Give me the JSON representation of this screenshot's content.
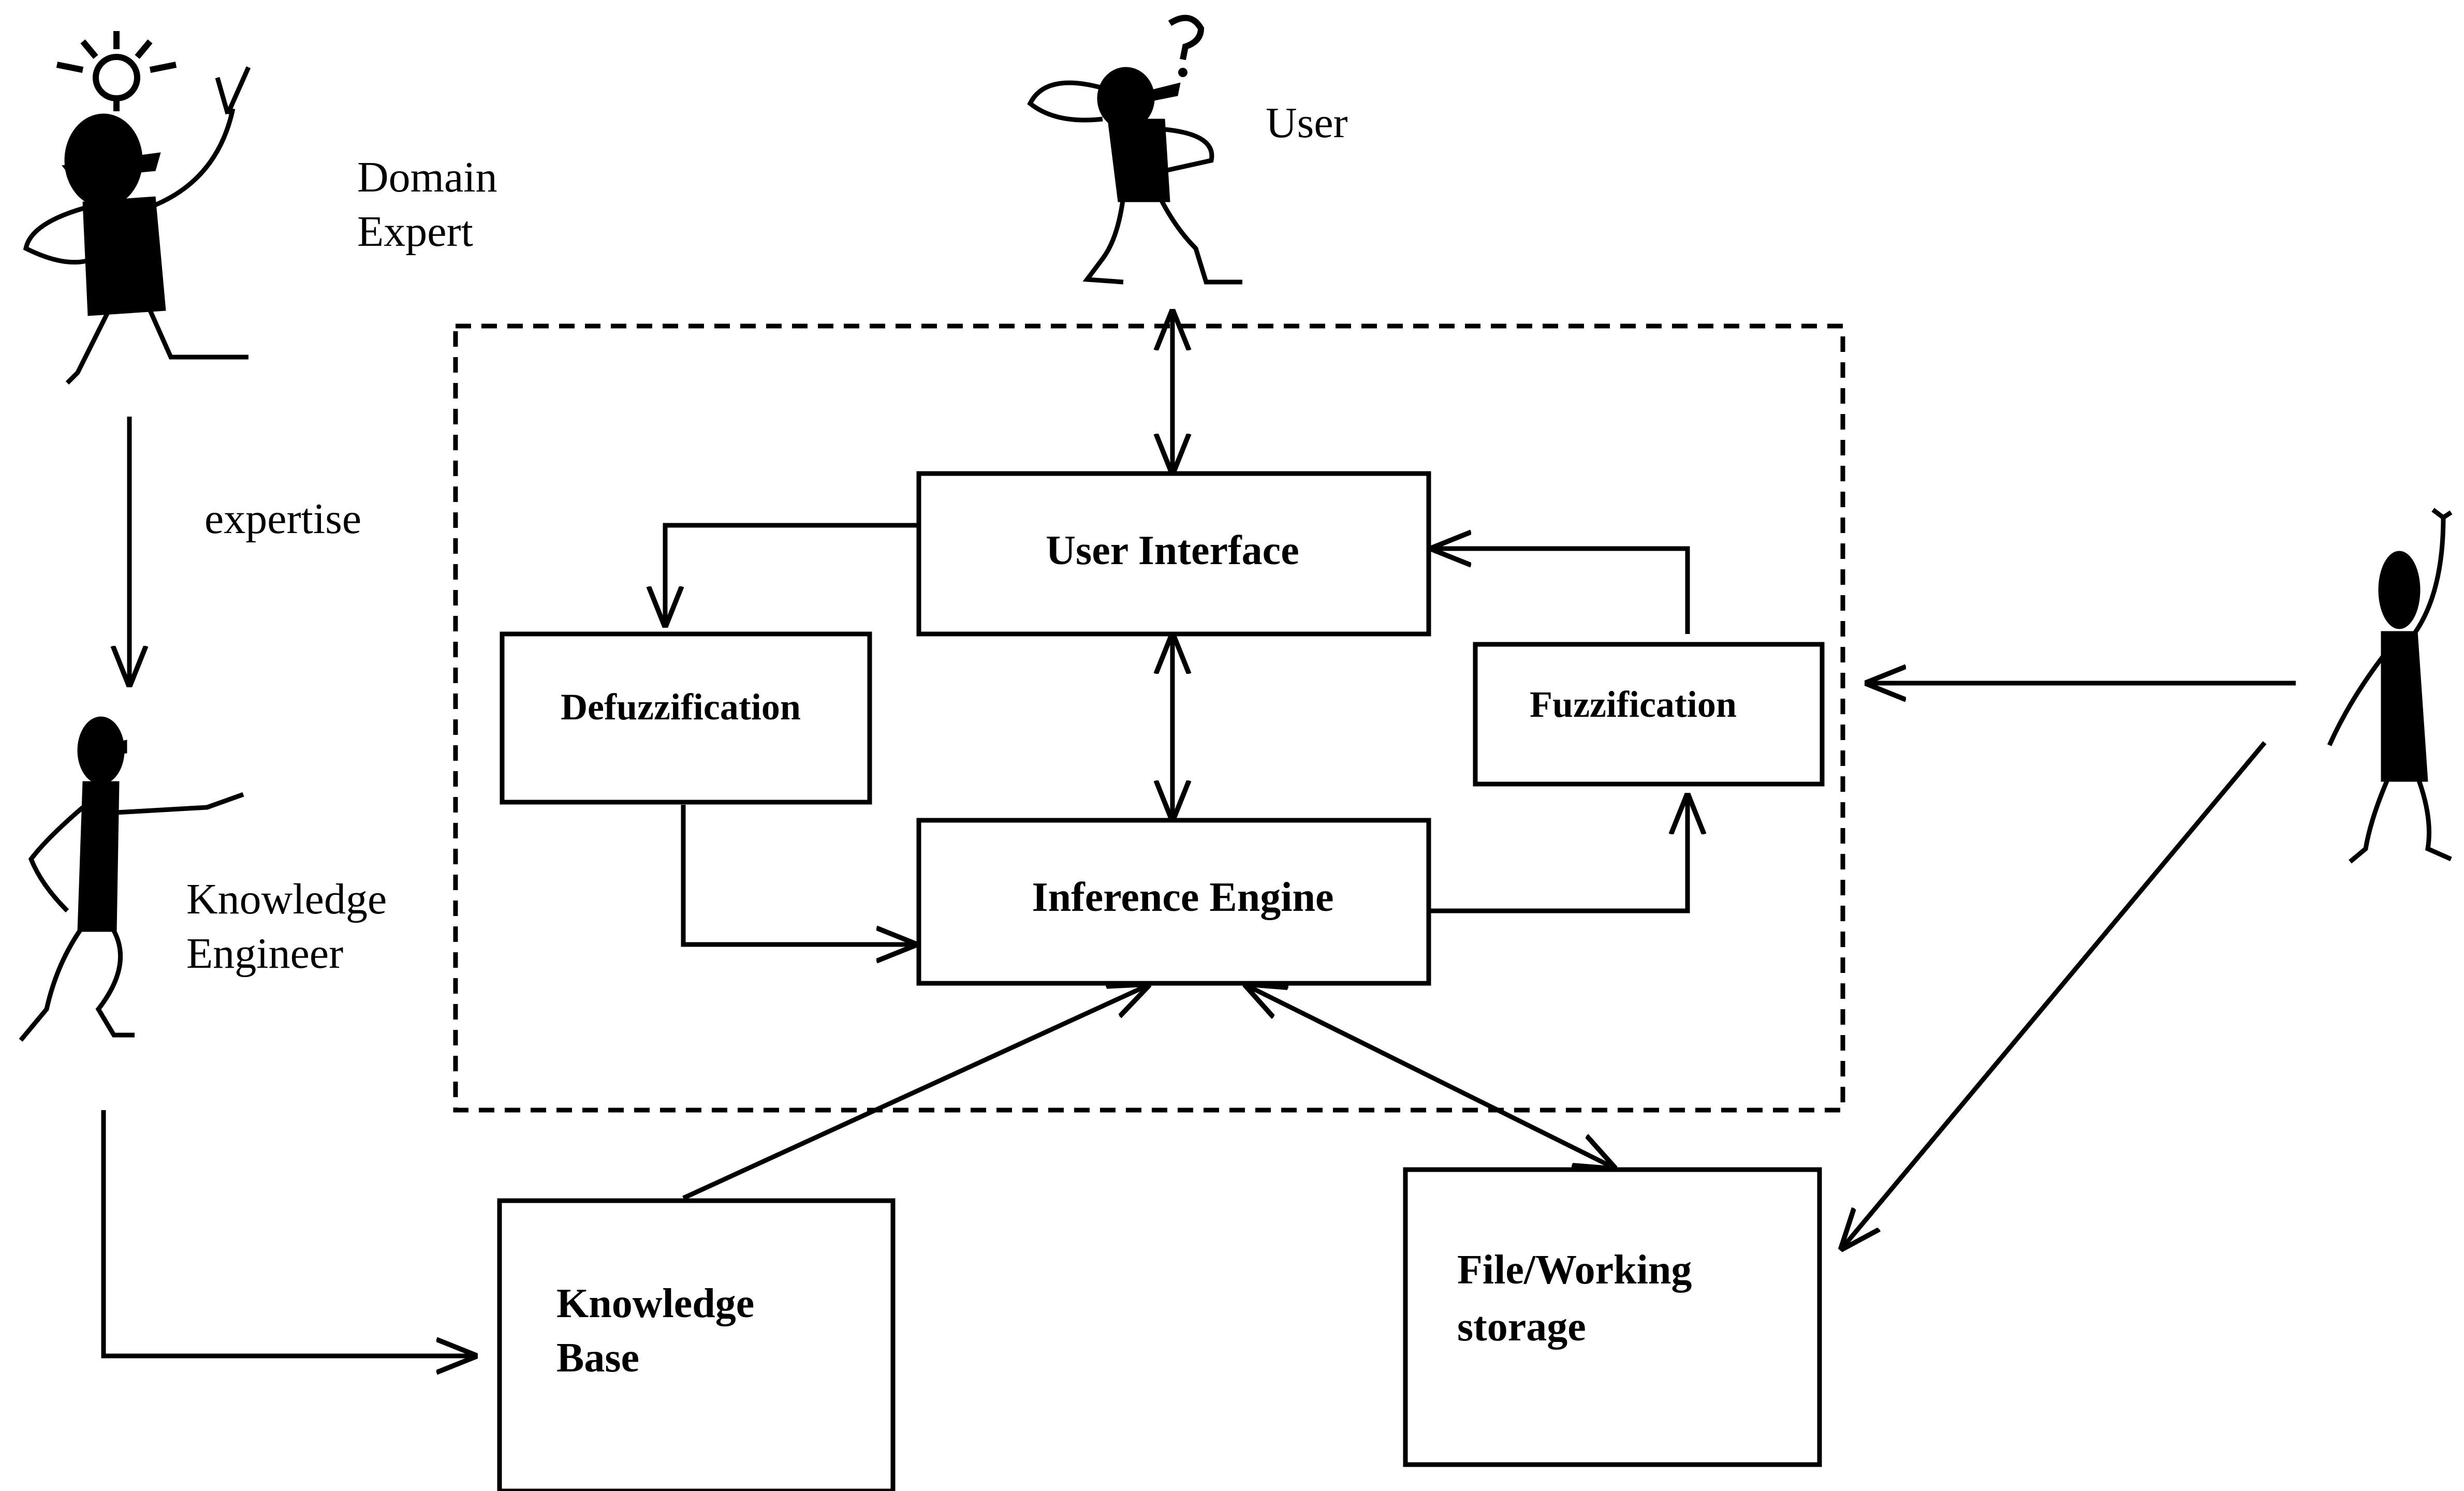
{
  "actors": {
    "domain_expert": {
      "label_line1": "Domain",
      "label_line2": "Expert"
    },
    "user": {
      "label": "User"
    },
    "knowledge_engineer": {
      "label_line1": "Knowledge",
      "label_line2": "Engineer"
    }
  },
  "edges": {
    "expertise": "expertise"
  },
  "nodes": {
    "user_interface": "User Interface",
    "defuzzification": "Defuzzification",
    "fuzzification": "Fuzzification",
    "inference_engine": "Inference Engine",
    "knowledge_base": {
      "line1": "Knowledge",
      "line2": "Base"
    },
    "file_storage": {
      "line1": "File/Working",
      "line2": "storage"
    }
  }
}
